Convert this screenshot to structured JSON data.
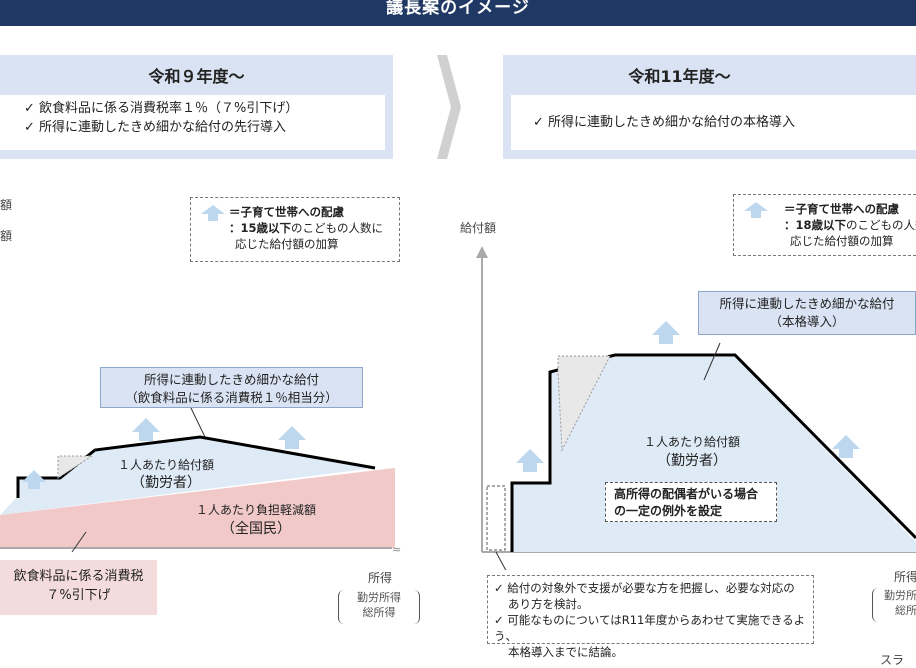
{
  "header": {
    "title": "議長案のイメージ"
  },
  "left": {
    "title": "令和９年度～",
    "bullets": [
      "✓ 飲食料品に係る消費税率１％（７%引下げ）",
      "✓ 所得に連動したきめ細かな給付の先行導入"
    ],
    "cut_labels": [
      "額",
      "額"
    ],
    "note_line1": "＝子育て世帯への配慮",
    "note_line2_bold": "：15歳以下",
    "note_line2_rest": "のこどもの人数に",
    "note_line3": "応じた給付額の加算",
    "callout_line1": "所得に連動したきめ細かな給付",
    "callout_line2": "（飲食料品に係る消費税１％相当分）",
    "area1_line1": "１人あたり給付額",
    "area1_line2": "（勤労者）",
    "area2_line1": "１人あたり負担軽減額",
    "area2_line2": "（全国民）",
    "red_line1": "飲食料品に係る消費税",
    "red_line2": "７%引下げ",
    "x_label": "所得",
    "bracket_line1": "勤労所得",
    "bracket_line2": "総所得"
  },
  "right": {
    "title": "令和11年度～",
    "bullets": [
      "✓ 所得に連動したきめ細かな給付の本格導入"
    ],
    "y_label": "給付額",
    "note_line1": "＝子育て世帯への配慮",
    "note_line2_bold": "：18歳以下",
    "note_line2_rest": "のこどもの人数",
    "note_line3": "応じた給付額の加算",
    "callout_line1": "所得に連動したきめ細かな給付",
    "callout_line2": "（本格導入）",
    "area_line1": "１人あたり給付額",
    "area_line2": "（勤労者）",
    "inbox_line1": "高所得の配偶者がいる場合",
    "inbox_line2": "の一定の例外を設定",
    "bottom_note": [
      "✓ 給付の対象外で支援が必要な方を把握し、必要な対応の",
      "あり方を検討。",
      "✓ 可能なものについてはR11年度からあわせて実施できるよう、",
      "本格導入までに結論。"
    ],
    "x_label": "所得",
    "bracket_line1": "勤労所",
    "bracket_line2": "総所",
    "footer_cut": "スラ"
  },
  "colors": {
    "navy": "#1f3864",
    "panel": "#dae3f3",
    "area": "#deeaf6",
    "red": "#f4dcdc",
    "arrow": "#bdd7ee"
  }
}
